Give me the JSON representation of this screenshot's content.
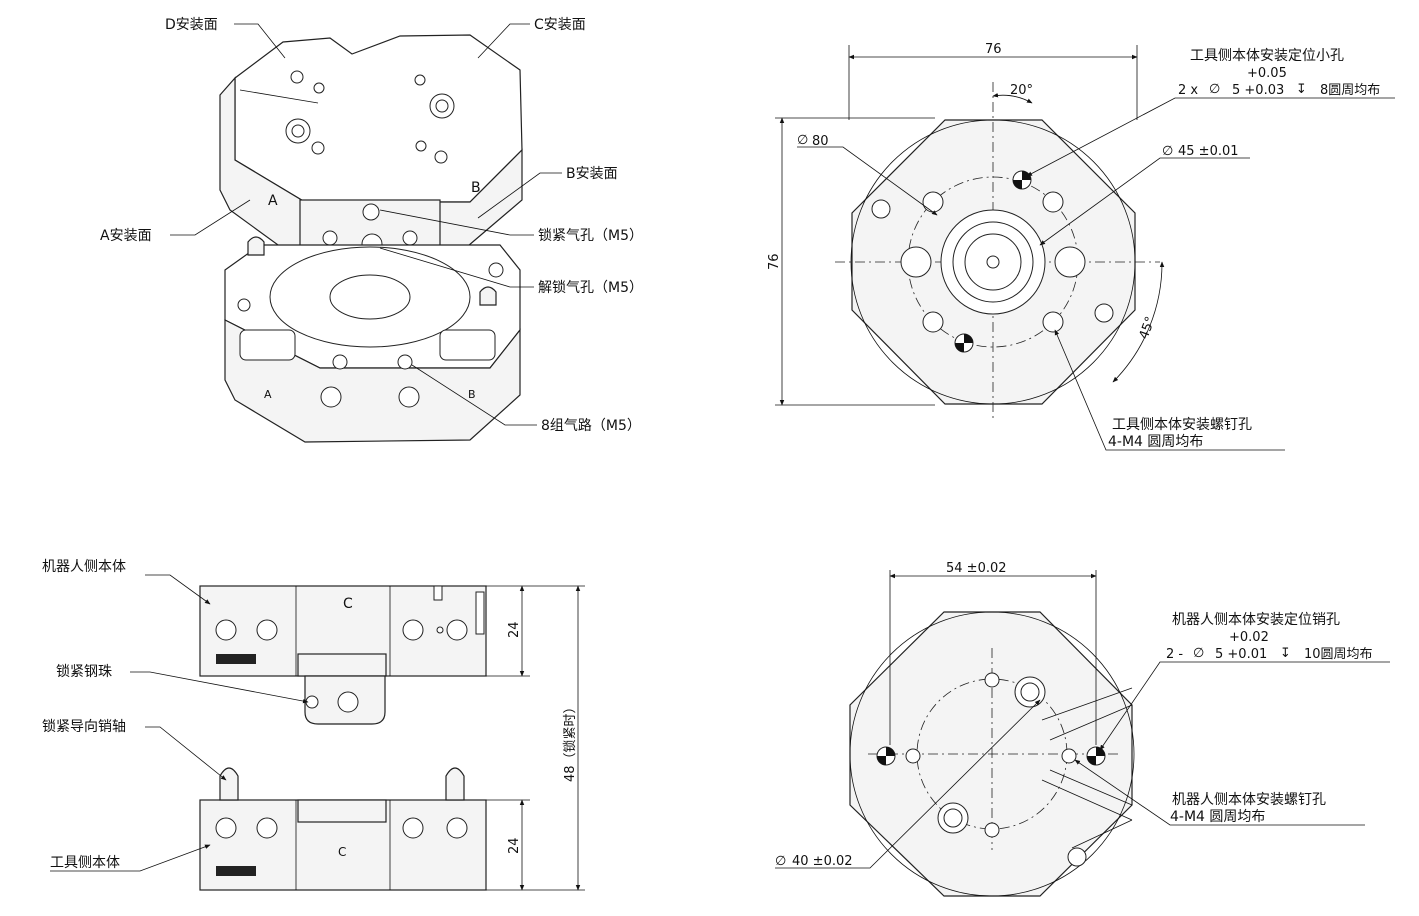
{
  "iso_view": {
    "label_d": "D安装面",
    "label_c": "C安装面",
    "label_b": "B安装面",
    "label_a": "A安装面",
    "label_lock": "锁紧气孔（M5）",
    "label_unlock": "解锁气孔（M5）",
    "label_air": "8组气路（M5）",
    "face_a": "A",
    "face_b": "B",
    "face_a2": "A",
    "face_b2": "B"
  },
  "top_right": {
    "dim_width": "76",
    "dim_height": "76",
    "dim_angle_20": "20°",
    "dim_angle_45": "45°",
    "dim_dia80": "80",
    "dim_dia45": "45 ±0.01",
    "pin_hole_title": "工具侧本体安装定位小孔",
    "pin_hole_tol_upper": "+0.05",
    "pin_hole_spec_pre": "2 x",
    "pin_hole_spec_mid": "5 +0.03",
    "pin_hole_spec_post": "8圆周均布",
    "screw_title": "工具侧本体安装螺钉孔",
    "screw_spec": "4-M4 圆周均布"
  },
  "bottom_left": {
    "robot_body": "机器人侧本体",
    "lock_ball": "锁紧钢珠",
    "guide_pin": "锁紧导向销轴",
    "tool_body": "工具侧本体",
    "face_c_top": "C",
    "face_c_bottom": "C",
    "dim_24_top": "24",
    "dim_24_bottom": "24",
    "dim_48": "48（锁紧时）"
  },
  "bottom_right": {
    "dim_54": "54 ±0.02",
    "dim_dia40": "40 ±0.02",
    "pin_title": "机器人侧本体安装定位销孔",
    "pin_tol_upper": "+0.02",
    "pin_spec_pre": "2 -",
    "pin_spec_mid": "5 +0.01",
    "pin_spec_post": "10圆周均布",
    "screw_title": "机器人侧本体安装螺钉孔",
    "screw_spec": "4-M4 圆周均布"
  }
}
